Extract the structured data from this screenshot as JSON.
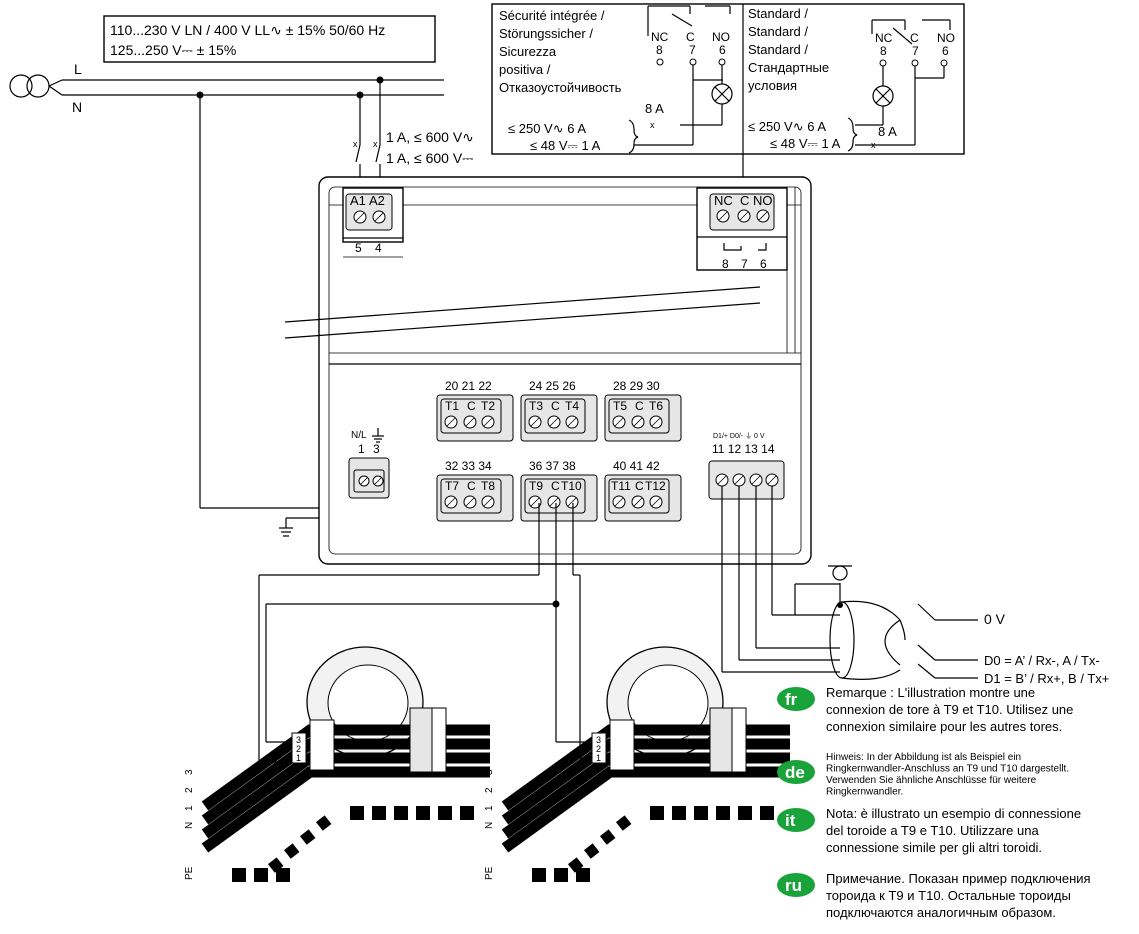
{
  "supply": {
    "line1": "110...230 V LN / 400 V LL∿ ± 15% 50/60 Hz",
    "line2": "125...250 V⎓ ± 15%",
    "l_label": "L",
    "n_label": "N"
  },
  "fuses": {
    "ac": "1 A, ≤ 600 V∿",
    "dc": "1 A, ≤ 600 V⎓"
  },
  "relay_failsafe": {
    "lines": [
      "Sécurité intégrée /",
      "Störungssicher /",
      "Sicurezza",
      "positiva /",
      "Отказоустойчивость"
    ],
    "fuse": "8 A",
    "ac": "≤ 250 V∿ 6 A",
    "dc": "≤ 48 V⎓ 1 A",
    "nc": "NC",
    "c": "C",
    "no": "NO",
    "n8": "8",
    "n7": "7",
    "n6": "6"
  },
  "relay_standard": {
    "lines": [
      "Standard /",
      "Standard /",
      "Standard /",
      "Стандартные",
      "условия"
    ],
    "fuse": "8 A",
    "ac": "≤ 250 V∿ 6 A",
    "dc": "≤ 48 V⎓ 1 A",
    "nc": "NC",
    "c": "C",
    "no": "NO",
    "n8": "8",
    "n7": "7",
    "n6": "6"
  },
  "device": {
    "power_terms": [
      "A1",
      "A2"
    ],
    "power_nums": [
      "5",
      "4"
    ],
    "relay_terms": [
      "NC",
      "C",
      "NO"
    ],
    "relay_nums": [
      "8",
      "7",
      "6"
    ],
    "ground_label": "N/L",
    "ground_nums": [
      "1",
      "3"
    ],
    "toroid_blocks": [
      {
        "nums": "20 21 22",
        "labels": [
          "T1",
          "C",
          "T2"
        ]
      },
      {
        "nums": "24 25 26",
        "labels": [
          "T3",
          "C",
          "T4"
        ]
      },
      {
        "nums": "28 29 30",
        "labels": [
          "T5",
          "C",
          "T6"
        ]
      },
      {
        "nums": "32 33 34",
        "labels": [
          "T7",
          "C",
          "T8"
        ]
      },
      {
        "nums": "36 37 38",
        "labels": [
          "T9",
          "C",
          "T10"
        ]
      },
      {
        "nums": "40 41 42",
        "labels": [
          "T11",
          "C",
          "T12"
        ]
      }
    ],
    "comm_header": "D1/+  D0/-  ⏚  0 V",
    "comm_nums": "11 12 13 14"
  },
  "comm_lines": {
    "v0": "0 V",
    "d0": "D0 = A’ / Rx-, A / Tx-",
    "d1": "D1 = B’ / Rx+, B / Tx+"
  },
  "toroid": {
    "pins": [
      "1",
      "2",
      "3"
    ],
    "conductors": [
      "3",
      "2",
      "1",
      "N"
    ],
    "pe": "PE"
  },
  "notes": [
    {
      "flag": "fr",
      "lines": [
        "Remarque : L'illustration montre une",
        "connexion de tore à T9 et T10. Utilisez une",
        "connexion similaire pour les autres tores."
      ]
    },
    {
      "flag": "de",
      "lines": [
        "Hinweis: In der Abbildung ist als Beispiel ein",
        "Ringkernwandler-Anschluss an T9 und T10 dargestellt.",
        "Verwenden Sie ähnliche Anschlüsse für weitere",
        "Ringkernwandler."
      ]
    },
    {
      "flag": "it",
      "lines": [
        "Nota: è illustrato un esempio di connessione",
        "del toroide a T9 e T10. Utilizzare una",
        "connessione simile per gli altri toroidi."
      ]
    },
    {
      "flag": "ru",
      "lines": [
        "Примечание. Показан пример подключения",
        "тороида к T9 и T10. Остальные тороиды",
        "подключаются аналогичным образом."
      ]
    }
  ]
}
